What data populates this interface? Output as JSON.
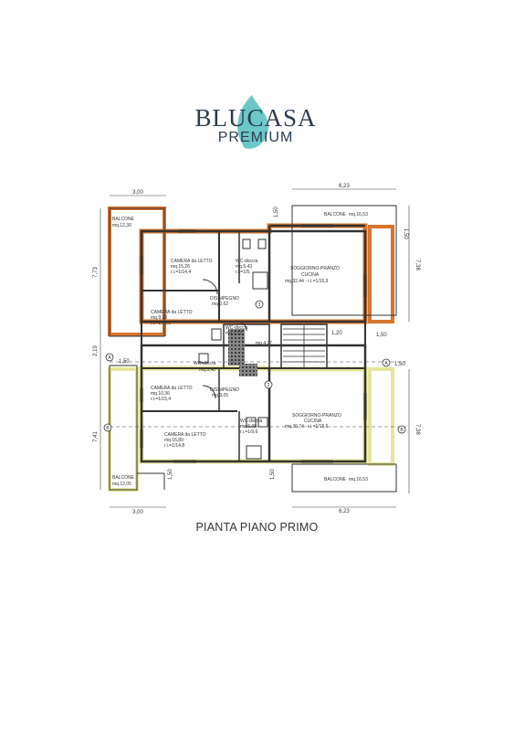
{
  "logo": {
    "brand": "BLUCASA",
    "sub": "PREMIUM",
    "accent": "#6cc7c9",
    "text_color": "#2b3d4f"
  },
  "title": "PIANTA PIANO PRIMO",
  "colors": {
    "upper_unit": "#d8742e",
    "lower_unit": "#e6e69a",
    "wall": "#333333"
  },
  "dims": {
    "top_left": "3,00",
    "top_right": "6,23",
    "bottom_left": "3,00",
    "bottom_right": "6,23",
    "left_upper": "7,73",
    "left_mid": "2,19",
    "left_lower": "7,41",
    "right_upper": "7,38",
    "right_lower": "7,38",
    "b150_tl": "1,50",
    "b150_tr": "1,50",
    "b150_ml": "1,50",
    "b150_mr": "1,50",
    "b150_bl": "1,50",
    "b150_br": "1,50",
    "b120": "1,20"
  },
  "markers": {
    "a_left": "A",
    "a_right": "A",
    "b_left": "B",
    "b_right": "B",
    "n3": "3",
    "n2": "2"
  },
  "rooms": {
    "balc_tl_name": "BALCONE",
    "balc_tl_area": "mq.12,30",
    "balc_tr_name": "BALCONE",
    "balc_tr_area": "mq.16,53",
    "cam1_name": "CAMERA da LETTO",
    "cam1_area": "mq.15,26",
    "cam1_ri": "r.i.=1/14,4",
    "wc1_name": "WC-doccia",
    "wc1_area": "mq.5,43",
    "wc1_ri": "r.i.=1/5,",
    "sog1_name": "SOGGIORNO-PRANZO",
    "sog1_sub": "CUCINA",
    "sog1_area": "mq.32,44 - r.i.=1/15,9",
    "dis1_name": "DISIMPEGNO",
    "dis1_area": "mq.2,62",
    "cam2_name": "CAMERA da LETTO",
    "cam2_area": "mq.9,93",
    "cam2_ri": "r.i.=1/15,2",
    "wc2_name": "WC-doccia",
    "wc2_area": "mq.3,52",
    "stair_area": "mq.4,27",
    "wc3_name": "WC-doccia",
    "wc3_area": "mq.3,40",
    "cam3_name": "CAMERA da LETTO",
    "cam3_area": "mq.10,36",
    "cam3_ri": "r.i.=1/15,4",
    "dis2_name": "DISIMPEGNO",
    "dis2_area": "mq.3,05",
    "sog2_name": "SOGGIORNO-PRANZO",
    "sog2_sub": "CUCINA",
    "sog2_area": "mq.30,74 - r.i.=1/15,6",
    "wc4_name": "WC-doccia",
    "wc4_area": "mq.5,08",
    "wc4_ri": "r.i.=1/9,6",
    "cam4_name": "CAMERA da LETTO",
    "cam4_area": "mq.16,89",
    "cam4_ri": "r.i.=1/14,8",
    "balc_bl_name": "BALCONE",
    "balc_bl_area": "mq.12,05",
    "balc_br_name": "BALCONE",
    "balc_br_area": "mq.16,53"
  }
}
